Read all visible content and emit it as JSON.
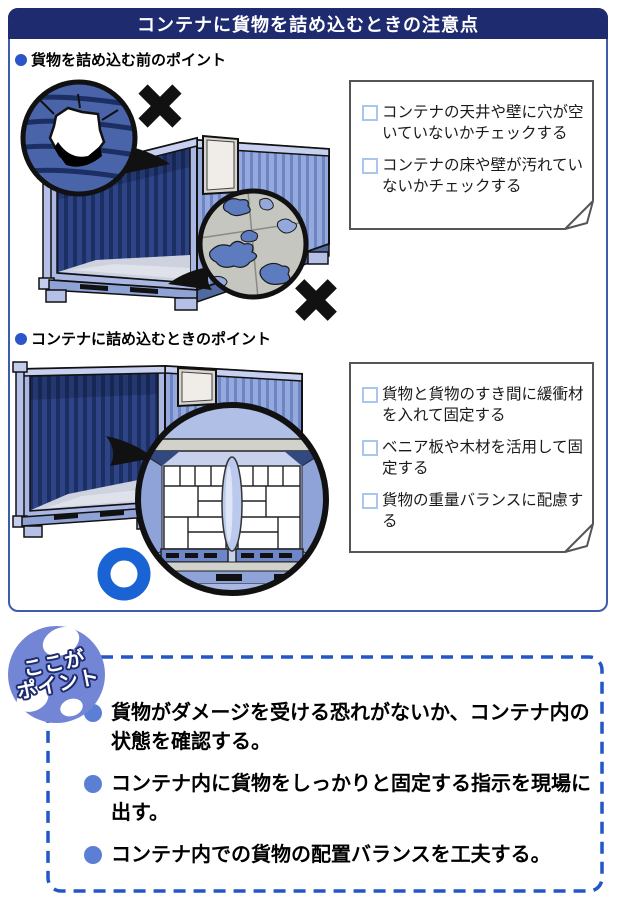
{
  "page": {
    "title": "コンテナに貨物を詰め込むときの注意点"
  },
  "sections": [
    {
      "heading": "貨物を詰め込む前のポイント",
      "checklist": [
        "コンテナの天井や壁に穴が空いていないかチェックする",
        "コンテナの床や壁が汚れていないかチェックする"
      ],
      "marks": [
        "×",
        "×"
      ]
    },
    {
      "heading": "コンテナに詰め込むときのポイント",
      "checklist": [
        "貨物と貨物のすき間に緩衝材を入れて固定する",
        "ベニア板や木材を活用して固定する",
        "貨物の重量バランスに配慮する"
      ],
      "marks": [
        "○"
      ]
    }
  ],
  "point_box": {
    "badge": [
      "ここが",
      "ポイント"
    ],
    "bullets": [
      "貨物がダメージを受ける恐れがないか、コンテナ内の状態を確認する。",
      "コンテナ内に貨物をしっかりと固定する指示を現場に出す。",
      "コンテナ内での貨物の配置バランスを工夫する。"
    ]
  },
  "colors": {
    "title_bar_navy": "#1e2b6e",
    "panel_border_blue": "#3d5cae",
    "section_dot_blue": "#2b55c8",
    "checkbox_blue": "#a8c6ee",
    "badge_blue": "#7286d5",
    "dashed_border_blue": "#2356c8",
    "bullet_blue": "#5b7fd4",
    "o_mark_blue": "#1a63d4",
    "x_mark_black": "#111111",
    "container_blue": "#8fa3d8"
  }
}
